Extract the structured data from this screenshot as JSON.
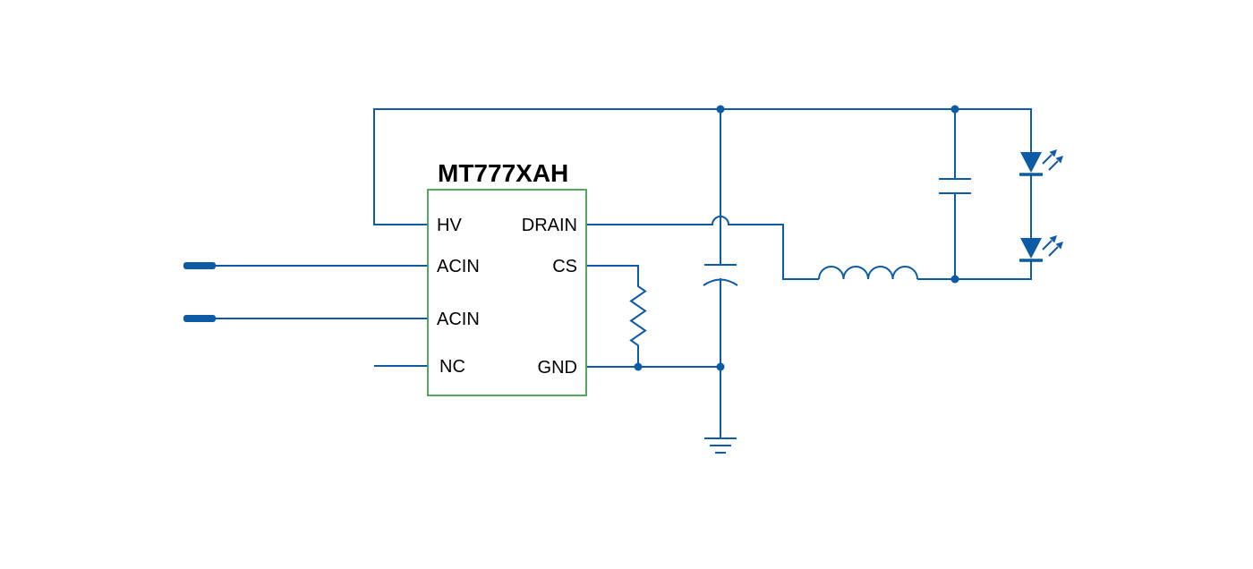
{
  "diagram": {
    "type": "circuit-schematic",
    "title": "MT777XAH",
    "ic": {
      "label": "MT777XAH",
      "left_pins": [
        "HV",
        "ACIN",
        "ACIN",
        "NC"
      ],
      "right_pins": [
        "DRAIN",
        "CS",
        "GND"
      ]
    },
    "components": [
      {
        "name": "ac-input-terminal-1",
        "type": "terminal"
      },
      {
        "name": "ac-input-terminal-2",
        "type": "terminal"
      },
      {
        "name": "controller-ic",
        "type": "ic",
        "label": "MT777XAH"
      },
      {
        "name": "cs-resistor",
        "type": "resistor"
      },
      {
        "name": "bulk-capacitor",
        "type": "capacitor-polarized"
      },
      {
        "name": "output-capacitor",
        "type": "capacitor"
      },
      {
        "name": "output-inductor",
        "type": "inductor"
      },
      {
        "name": "led-1",
        "type": "led"
      },
      {
        "name": "led-2",
        "type": "led"
      },
      {
        "name": "earth-ground",
        "type": "ground"
      }
    ],
    "colors": {
      "wire": "#0d5aa7",
      "ic_border": "#3fa14d",
      "text": "#000000",
      "background": "#ffffff"
    }
  }
}
